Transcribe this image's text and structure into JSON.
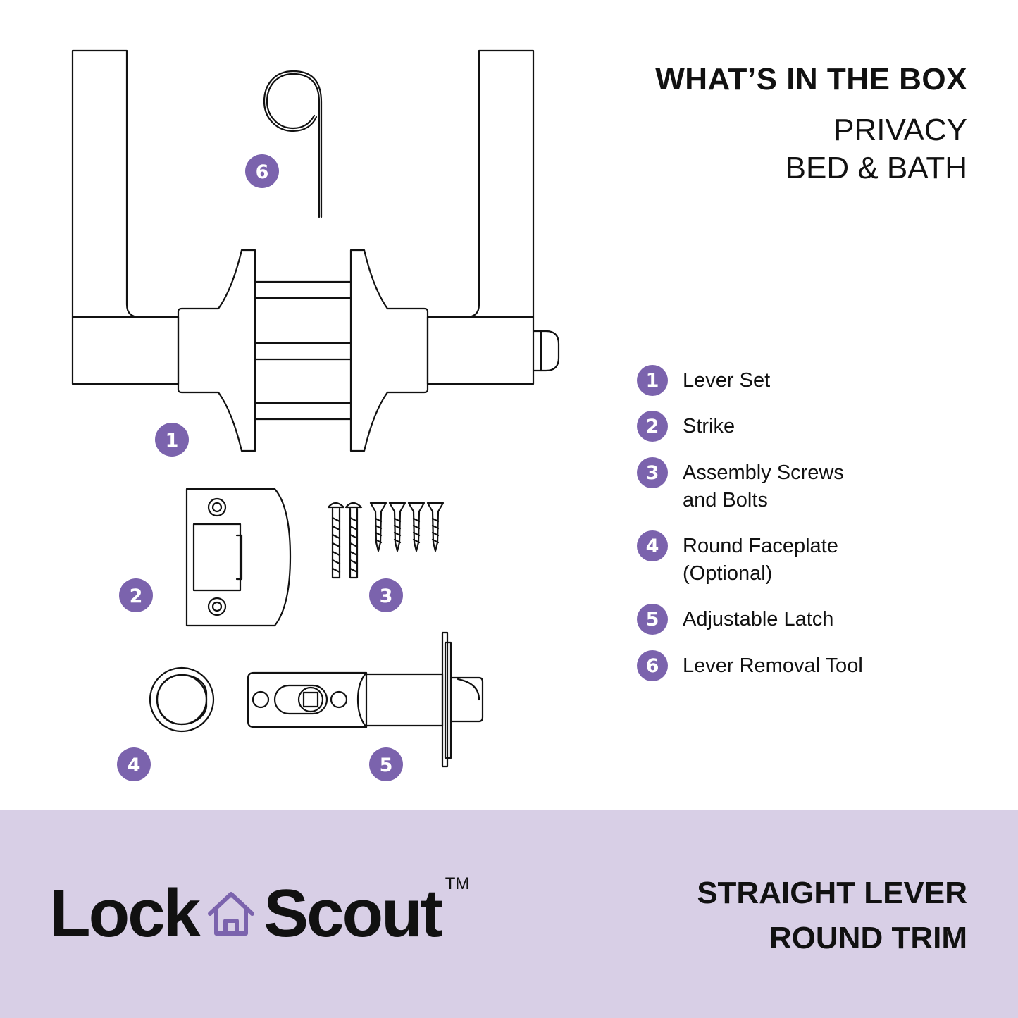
{
  "header": {
    "title": "WHAT’S IN THE BOX",
    "subtitle_line1": "PRIVACY",
    "subtitle_line2": "BED & BATH"
  },
  "parts": [
    {
      "number": "1",
      "label": "Lever Set"
    },
    {
      "number": "2",
      "label": "Strike"
    },
    {
      "number": "3",
      "label": "Assembly Screws\nand Bolts"
    },
    {
      "number": "4",
      "label": "Round Faceplate\n(Optional)"
    },
    {
      "number": "5",
      "label": "Adjustable Latch"
    },
    {
      "number": "6",
      "label": "Lever Removal Tool"
    }
  ],
  "illustration_badges": [
    "1",
    "2",
    "3",
    "4",
    "5",
    "6"
  ],
  "footer": {
    "brand_word_1": "Lock",
    "brand_word_2": "Scout",
    "trademark": "TM",
    "product_line1": "STRAIGHT LEVER",
    "product_line2": "ROUND TRIM"
  },
  "colors": {
    "accent": "#7b63ad",
    "footer_bg": "#d8cfe6",
    "text": "#111111",
    "background": "#ffffff"
  },
  "icons": [
    "house-logo-icon"
  ]
}
